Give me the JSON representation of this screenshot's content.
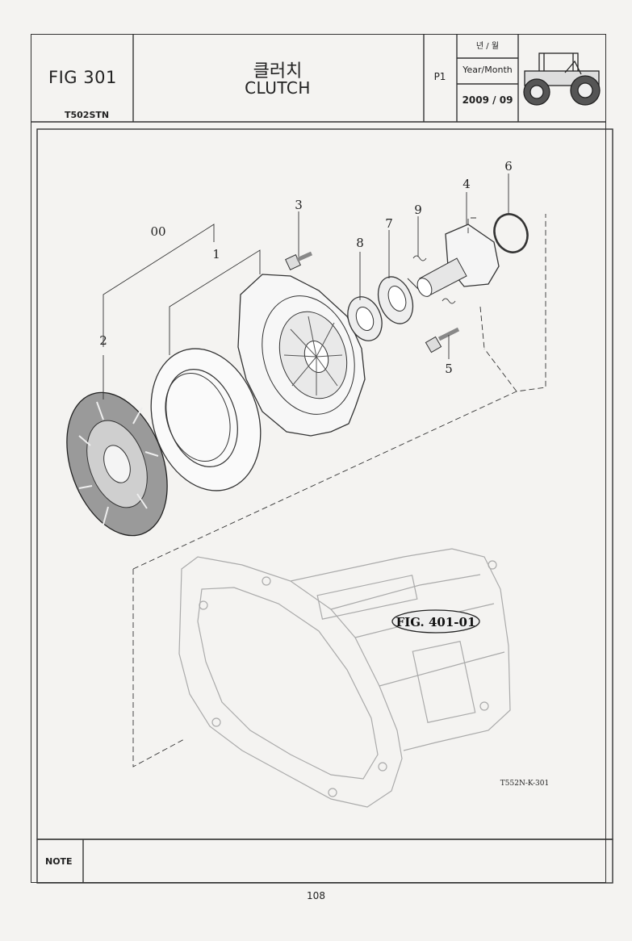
{
  "header": {
    "figure": "FIG 301",
    "model": "T502STN",
    "title_ko": "클러치",
    "title_en": "CLUTCH",
    "page_label": "P1",
    "year_month_ko": "년 / 월",
    "year_month_en": "Year/Month",
    "year_month_value": "2009 / 09"
  },
  "diagram": {
    "callouts": [
      "00",
      "1",
      "2",
      "3",
      "4",
      "5",
      "6",
      "7",
      "8",
      "9"
    ],
    "reference_label": "FIG. 401-01",
    "drawing_code": "T552N-K-301"
  },
  "footer": {
    "note_label": "NOTE",
    "page_number": "108"
  }
}
